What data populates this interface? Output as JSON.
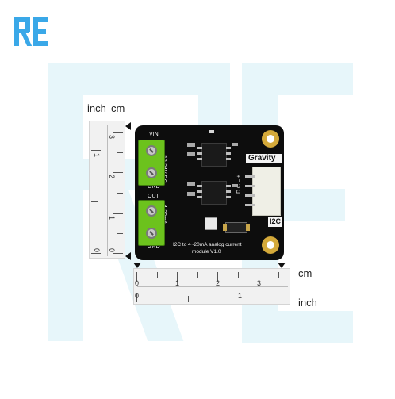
{
  "watermark": {
    "brand_color": "#3aa8e8",
    "watermark_color": "#e7f6fa"
  },
  "rulers": {
    "vertical_units": {
      "left": "inch",
      "right": "cm"
    },
    "horizontal_units": {
      "top": "cm",
      "bottom": "inch"
    },
    "vertical_cm_numbers": [
      "3",
      "2",
      "1",
      "0"
    ],
    "vertical_inch_numbers": [
      "1",
      "0"
    ],
    "horizontal_cm_numbers": [
      "0",
      "1",
      "2",
      "3"
    ],
    "horizontal_inch_numbers": [
      "0",
      "1"
    ]
  },
  "board": {
    "label_vin": "VIN",
    "label_supply": "18-24V DC",
    "label_gnd_top": "GND",
    "label_out": "OUT",
    "label_current": "4-20mA",
    "label_gnd_bottom": "GND",
    "label_brand": "Gravity",
    "label_i2c": "I2C",
    "label_dc_pins": "D C – +",
    "label_desc_line1": "I2C to 4~20mA analog current",
    "label_desc_line2": "module V1.0"
  }
}
